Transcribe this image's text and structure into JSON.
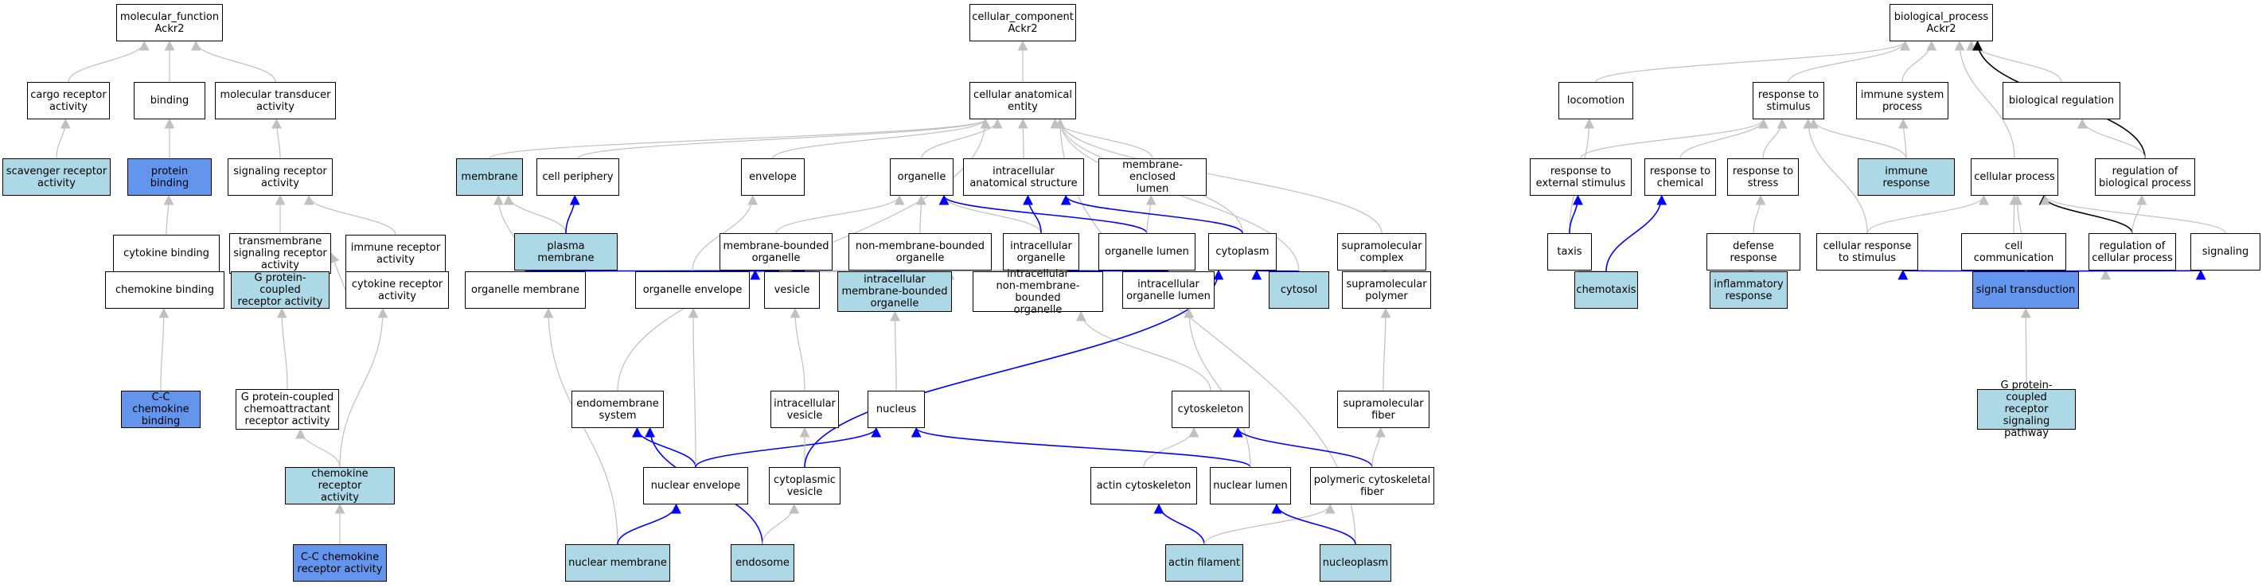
{
  "colors": {
    "light_node": "#add8e6",
    "dark_node": "#6495ed",
    "edge_gray": "#c0c0c0",
    "edge_blue": "#0000ff",
    "edge_black": "#000000"
  },
  "nodes": [
    {
      "id": "mf",
      "label": "molecular_function\nAckr2",
      "fill": "none"
    },
    {
      "id": "cargo",
      "label": "cargo receptor\nactivity",
      "fill": "none"
    },
    {
      "id": "binding",
      "label": "binding",
      "fill": "none"
    },
    {
      "id": "moltrans",
      "label": "molecular transducer\nactivity",
      "fill": "none"
    },
    {
      "id": "scav",
      "label": "scavenger receptor\nactivity",
      "fill": "light"
    },
    {
      "id": "protbind",
      "label": "protein binding",
      "fill": "blue"
    },
    {
      "id": "sigrec",
      "label": "signaling receptor\nactivity",
      "fill": "none"
    },
    {
      "id": "cytobind",
      "label": "cytokine binding",
      "fill": "none"
    },
    {
      "id": "tmsig",
      "label": "transmembrane\nsignaling receptor\nactivity",
      "fill": "none"
    },
    {
      "id": "immrec",
      "label": "immune receptor\nactivity",
      "fill": "none"
    },
    {
      "id": "chemobind",
      "label": "chemokine binding",
      "fill": "none"
    },
    {
      "id": "gpcr",
      "label": "G protein-coupled\nreceptor activity",
      "fill": "light"
    },
    {
      "id": "cytorec",
      "label": "cytokine receptor\nactivity",
      "fill": "none"
    },
    {
      "id": "ccbind",
      "label": "C-C chemokine\nbinding",
      "fill": "blue"
    },
    {
      "id": "gpcchemo",
      "label": "G protein-coupled\nchemoattractant\nreceptor activity",
      "fill": "none"
    },
    {
      "id": "chemorec",
      "label": "chemokine receptor\nactivity",
      "fill": "light"
    },
    {
      "id": "ccrec",
      "label": "C-C chemokine\nreceptor activity",
      "fill": "blue"
    },
    {
      "id": "cc",
      "label": "cellular_component\nAckr2",
      "fill": "none"
    },
    {
      "id": "cae",
      "label": "cellular anatomical\nentity",
      "fill": "none"
    },
    {
      "id": "membrane",
      "label": "membrane",
      "fill": "light"
    },
    {
      "id": "cellper",
      "label": "cell periphery",
      "fill": "none"
    },
    {
      "id": "envelope",
      "label": "envelope",
      "fill": "none"
    },
    {
      "id": "organelle",
      "label": "organelle",
      "fill": "none"
    },
    {
      "id": "intraanat",
      "label": "intracellular\nanatomical structure",
      "fill": "none"
    },
    {
      "id": "memencl",
      "label": "membrane-enclosed\nlumen",
      "fill": "none"
    },
    {
      "id": "plasmamem",
      "label": "plasma membrane",
      "fill": "light"
    },
    {
      "id": "membound",
      "label": "membrane-bounded\norganelle",
      "fill": "none"
    },
    {
      "id": "nonmembound",
      "label": "non-membrane-bounded\norganelle",
      "fill": "none"
    },
    {
      "id": "intraorg",
      "label": "intracellular\norganelle",
      "fill": "none"
    },
    {
      "id": "orglumen",
      "label": "organelle lumen",
      "fill": "none"
    },
    {
      "id": "cytoplasm",
      "label": "cytoplasm",
      "fill": "none"
    },
    {
      "id": "supramol",
      "label": "supramolecular\ncomplex",
      "fill": "none"
    },
    {
      "id": "orgmem",
      "label": "organelle membrane",
      "fill": "none"
    },
    {
      "id": "orgenv",
      "label": "organelle envelope",
      "fill": "none"
    },
    {
      "id": "vesicle",
      "label": "vesicle",
      "fill": "none"
    },
    {
      "id": "intramembound",
      "label": "intracellular\nmembrane-bounded\norganelle",
      "fill": "light"
    },
    {
      "id": "intranonmem",
      "label": "intracellular\nnon-membrane-bounded\norganelle",
      "fill": "none"
    },
    {
      "id": "intraorglumen",
      "label": "intracellular\norganelle lumen",
      "fill": "none"
    },
    {
      "id": "cytosol",
      "label": "cytosol",
      "fill": "light"
    },
    {
      "id": "supramolpoly",
      "label": "supramolecular\npolymer",
      "fill": "none"
    },
    {
      "id": "endomem",
      "label": "endomembrane\nsystem",
      "fill": "none"
    },
    {
      "id": "intravesicle",
      "label": "intracellular\nvesicle",
      "fill": "none"
    },
    {
      "id": "nucleus",
      "label": "nucleus",
      "fill": "none"
    },
    {
      "id": "cytoskel",
      "label": "cytoskeleton",
      "fill": "none"
    },
    {
      "id": "supramolfiber",
      "label": "supramolecular\nfiber",
      "fill": "none"
    },
    {
      "id": "nucenv",
      "label": "nuclear envelope",
      "fill": "none"
    },
    {
      "id": "cytovesicle",
      "label": "cytoplasmic\nvesicle",
      "fill": "none"
    },
    {
      "id": "actincyto",
      "label": "actin cytoskeleton",
      "fill": "none"
    },
    {
      "id": "nuclumen",
      "label": "nuclear lumen",
      "fill": "none"
    },
    {
      "id": "polycyto",
      "label": "polymeric cytoskeletal\nfiber",
      "fill": "none"
    },
    {
      "id": "nucmem",
      "label": "nuclear membrane",
      "fill": "light"
    },
    {
      "id": "endosome",
      "label": "endosome",
      "fill": "light"
    },
    {
      "id": "actinfil",
      "label": "actin filament",
      "fill": "light"
    },
    {
      "id": "nucleoplasm",
      "label": "nucleoplasm",
      "fill": "light"
    },
    {
      "id": "bp",
      "label": "biological_process\nAckr2",
      "fill": "none"
    },
    {
      "id": "locomotion",
      "label": "locomotion",
      "fill": "none"
    },
    {
      "id": "respstim",
      "label": "response to\nstimulus",
      "fill": "none"
    },
    {
      "id": "immsys",
      "label": "immune system\nprocess",
      "fill": "none"
    },
    {
      "id": "bioreg",
      "label": "biological regulation",
      "fill": "none"
    },
    {
      "id": "respext",
      "label": "response to\nexternal stimulus",
      "fill": "none"
    },
    {
      "id": "respchem",
      "label": "response to\nchemical",
      "fill": "none"
    },
    {
      "id": "respstress",
      "label": "response to\nstress",
      "fill": "none"
    },
    {
      "id": "immresp",
      "label": "immune response",
      "fill": "light"
    },
    {
      "id": "cellproc",
      "label": "cellular process",
      "fill": "none"
    },
    {
      "id": "regbio",
      "label": "regulation of\nbiological process",
      "fill": "none"
    },
    {
      "id": "taxis",
      "label": "taxis",
      "fill": "none"
    },
    {
      "id": "defresp",
      "label": "defense response",
      "fill": "none"
    },
    {
      "id": "cellresp",
      "label": "cellular response\nto stimulus",
      "fill": "none"
    },
    {
      "id": "cellcomm",
      "label": "cell communication",
      "fill": "none"
    },
    {
      "id": "regcell",
      "label": "regulation of\ncellular process",
      "fill": "none"
    },
    {
      "id": "signaling",
      "label": "signaling",
      "fill": "none"
    },
    {
      "id": "chemotaxis",
      "label": "chemotaxis",
      "fill": "light"
    },
    {
      "id": "inflam",
      "label": "inflammatory\nresponse",
      "fill": "light"
    },
    {
      "id": "sigtrans",
      "label": "signal transduction",
      "fill": "blue"
    },
    {
      "id": "gpcrpath",
      "label": "G protein-coupled\nreceptor signaling\npathway",
      "fill": "light"
    }
  ],
  "edges": [
    {
      "from": "cargo",
      "to": "mf",
      "color": "gray"
    },
    {
      "from": "binding",
      "to": "mf",
      "color": "gray"
    },
    {
      "from": "moltrans",
      "to": "mf",
      "color": "gray"
    },
    {
      "from": "scav",
      "to": "cargo",
      "color": "gray"
    },
    {
      "from": "protbind",
      "to": "binding",
      "color": "gray"
    },
    {
      "from": "sigrec",
      "to": "moltrans",
      "color": "gray"
    },
    {
      "from": "cytobind",
      "to": "protbind",
      "color": "gray"
    },
    {
      "from": "tmsig",
      "to": "sigrec",
      "color": "gray"
    },
    {
      "from": "immrec",
      "to": "sigrec",
      "color": "gray"
    },
    {
      "from": "chemobind",
      "to": "cytobind",
      "color": "gray"
    },
    {
      "from": "gpcr",
      "to": "tmsig",
      "color": "gray"
    },
    {
      "from": "cytorec",
      "to": "tmsig",
      "color": "gray"
    },
    {
      "from": "cytorec",
      "to": "immrec",
      "color": "gray"
    },
    {
      "from": "ccbind",
      "to": "chemobind",
      "color": "gray"
    },
    {
      "from": "gpcchemo",
      "to": "gpcr",
      "color": "gray"
    },
    {
      "from": "chemorec",
      "to": "gpcchemo",
      "color": "gray"
    },
    {
      "from": "chemorec",
      "to": "cytorec",
      "color": "gray"
    },
    {
      "from": "ccrec",
      "to": "chemorec",
      "color": "gray"
    },
    {
      "from": "cae",
      "to": "cc",
      "color": "gray"
    },
    {
      "from": "membrane",
      "to": "cae",
      "color": "gray"
    },
    {
      "from": "cellper",
      "to": "cae",
      "color": "gray"
    },
    {
      "from": "envelope",
      "to": "cae",
      "color": "gray"
    },
    {
      "from": "organelle",
      "to": "cae",
      "color": "gray"
    },
    {
      "from": "intraanat",
      "to": "cae",
      "color": "gray"
    },
    {
      "from": "memencl",
      "to": "cae",
      "color": "gray"
    },
    {
      "from": "cytoplasm",
      "to": "cae",
      "color": "gray"
    },
    {
      "from": "supramol",
      "to": "cae",
      "color": "gray"
    },
    {
      "from": "cytosol",
      "to": "cae",
      "color": "gray"
    },
    {
      "from": "endomem",
      "to": "cae",
      "color": "gray"
    },
    {
      "from": "nucleoplasm",
      "to": "cae",
      "color": "gray"
    },
    {
      "from": "plasmamem",
      "to": "membrane",
      "color": "gray"
    },
    {
      "from": "plasmamem",
      "to": "cellper",
      "color": "blue"
    },
    {
      "from": "orgmem",
      "to": "membrane",
      "color": "gray"
    },
    {
      "from": "membound",
      "to": "organelle",
      "color": "gray"
    },
    {
      "from": "nonmembound",
      "to": "organelle",
      "color": "gray"
    },
    {
      "from": "intraorg",
      "to": "organelle",
      "color": "gray"
    },
    {
      "from": "intraorg",
      "to": "intraanat",
      "color": "blue"
    },
    {
      "from": "orglumen",
      "to": "organelle",
      "color": "blue"
    },
    {
      "from": "orglumen",
      "to": "memencl",
      "color": "gray"
    },
    {
      "from": "cytoplasm",
      "to": "intraanat",
      "color": "blue"
    },
    {
      "from": "cytosol",
      "to": "cytoplasm",
      "color": "blue"
    },
    {
      "from": "orgmem",
      "to": "membound",
      "color": "blue"
    },
    {
      "from": "orgenv",
      "to": "membound",
      "color": "blue"
    },
    {
      "from": "orgenv",
      "to": "envelope",
      "color": "gray"
    },
    {
      "from": "orgenv",
      "to": "intraorg",
      "color": "blue"
    },
    {
      "from": "vesicle",
      "to": "membound",
      "color": "gray"
    },
    {
      "from": "intramembound",
      "to": "membound",
      "color": "gray"
    },
    {
      "from": "intramembound",
      "to": "intraorg",
      "color": "gray"
    },
    {
      "from": "intranonmem",
      "to": "nonmembound",
      "color": "gray"
    },
    {
      "from": "intranonmem",
      "to": "intraorg",
      "color": "gray"
    },
    {
      "from": "intraorglumen",
      "to": "orglumen",
      "color": "gray"
    },
    {
      "from": "intraorglumen",
      "to": "intraorg",
      "color": "blue"
    },
    {
      "from": "supramolpoly",
      "to": "supramol",
      "color": "gray"
    },
    {
      "from": "intravesicle",
      "to": "vesicle",
      "color": "gray"
    },
    {
      "from": "nucleus",
      "to": "intramembound",
      "color": "gray"
    },
    {
      "from": "cytoskel",
      "to": "intranonmem",
      "color": "gray"
    },
    {
      "from": "supramolfiber",
      "to": "supramolpoly",
      "color": "gray"
    },
    {
      "from": "nucenv",
      "to": "endomem",
      "color": "blue"
    },
    {
      "from": "nucenv",
      "to": "orgenv",
      "color": "gray"
    },
    {
      "from": "nucenv",
      "to": "nucleus",
      "color": "blue"
    },
    {
      "from": "cytovesicle",
      "to": "intravesicle",
      "color": "gray"
    },
    {
      "from": "cytovesicle",
      "to": "cytoplasm",
      "color": "blue"
    },
    {
      "from": "actincyto",
      "to": "cytoskel",
      "color": "gray"
    },
    {
      "from": "nuclumen",
      "to": "nucleus",
      "color": "blue"
    },
    {
      "from": "nuclumen",
      "to": "intraorglumen",
      "color": "gray"
    },
    {
      "from": "polycyto",
      "to": "cytoskel",
      "color": "blue"
    },
    {
      "from": "polycyto",
      "to": "supramolfiber",
      "color": "gray"
    },
    {
      "from": "nucmem",
      "to": "orgmem",
      "color": "gray"
    },
    {
      "from": "nucmem",
      "to": "nucenv",
      "color": "blue"
    },
    {
      "from": "endosome",
      "to": "endomem",
      "color": "blue"
    },
    {
      "from": "endosome",
      "to": "cytovesicle",
      "color": "gray"
    },
    {
      "from": "actinfil",
      "to": "actincyto",
      "color": "blue"
    },
    {
      "from": "actinfil",
      "to": "polycyto",
      "color": "gray"
    },
    {
      "from": "nucleoplasm",
      "to": "nuclumen",
      "color": "blue"
    },
    {
      "from": "locomotion",
      "to": "bp",
      "color": "gray"
    },
    {
      "from": "respstim",
      "to": "bp",
      "color": "gray"
    },
    {
      "from": "immsys",
      "to": "bp",
      "color": "gray"
    },
    {
      "from": "bioreg",
      "to": "bp",
      "color": "gray"
    },
    {
      "from": "cellproc",
      "to": "bp",
      "color": "gray"
    },
    {
      "from": "regbio",
      "to": "bp",
      "color": "black"
    },
    {
      "from": "respext",
      "to": "respstim",
      "color": "gray"
    },
    {
      "from": "respchem",
      "to": "respstim",
      "color": "gray"
    },
    {
      "from": "respstress",
      "to": "respstim",
      "color": "gray"
    },
    {
      "from": "immresp",
      "to": "respstim",
      "color": "gray"
    },
    {
      "from": "immresp",
      "to": "immsys",
      "color": "gray"
    },
    {
      "from": "regbio",
      "to": "bioreg",
      "color": "gray"
    },
    {
      "from": "taxis",
      "to": "locomotion",
      "color": "gray"
    },
    {
      "from": "taxis",
      "to": "respext",
      "color": "blue"
    },
    {
      "from": "defresp",
      "to": "respstress",
      "color": "gray"
    },
    {
      "from": "cellresp",
      "to": "respstim",
      "color": "gray"
    },
    {
      "from": "cellresp",
      "to": "cellproc",
      "color": "gray"
    },
    {
      "from": "cellcomm",
      "to": "cellproc",
      "color": "gray"
    },
    {
      "from": "regcell",
      "to": "cellproc",
      "color": "black"
    },
    {
      "from": "regcell",
      "to": "regbio",
      "color": "gray"
    },
    {
      "from": "signaling",
      "to": "cellproc",
      "color": "gray"
    },
    {
      "from": "chemotaxis",
      "to": "taxis",
      "color": "gray"
    },
    {
      "from": "chemotaxis",
      "to": "respchem",
      "color": "blue"
    },
    {
      "from": "inflam",
      "to": "defresp",
      "color": "gray"
    },
    {
      "from": "sigtrans",
      "to": "cellresp",
      "color": "blue"
    },
    {
      "from": "sigtrans",
      "to": "cellcomm",
      "color": "blue"
    },
    {
      "from": "sigtrans",
      "to": "regcell",
      "color": "gray"
    },
    {
      "from": "sigtrans",
      "to": "signaling",
      "color": "blue"
    },
    {
      "from": "sigtrans",
      "to": "cellproc",
      "color": "gray"
    },
    {
      "from": "gpcrpath",
      "to": "sigtrans",
      "color": "gray"
    }
  ]
}
